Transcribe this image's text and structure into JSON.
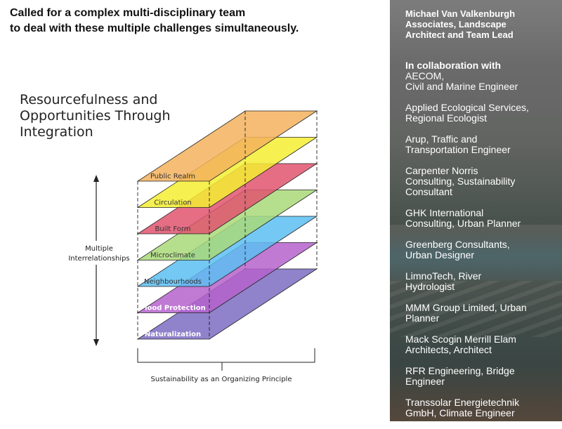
{
  "headline": {
    "line1": "Called for a complex multi-disciplinary team",
    "line2": "to deal with these multiple challenges simultaneously."
  },
  "diagram": {
    "title_lines": [
      "Resourcefulness and",
      "Opportunities Through",
      "Integration"
    ],
    "left_label_lines": [
      "Multiple",
      "Interrelationships"
    ],
    "bottom_label": "Sustainability as an Organizing Principle",
    "layers": [
      {
        "label": "Public Realm",
        "color": "#f3b25d",
        "label_color": "#333333"
      },
      {
        "label": "Circulation",
        "color": "#f5ef32",
        "label_color": "#333333"
      },
      {
        "label": "Built Form",
        "color": "#e05570",
        "label_color": "#333333"
      },
      {
        "label": "Microclimate",
        "color": "#a9d979",
        "label_color": "#333333"
      },
      {
        "label": "Neighbourhoods",
        "color": "#5cbef2",
        "label_color": "#333333"
      },
      {
        "label": "Flood Protection",
        "color": "#b563cc",
        "label_color": "#ffffff"
      },
      {
        "label": "Naturalization",
        "color": "#7d6cc2",
        "label_color": "#ffffff"
      }
    ]
  },
  "credits": {
    "lead_lines": [
      "Michael Van Valkenburgh",
      "Associates, Landscape",
      "Architect and Team Lead"
    ],
    "collab_label": "In collaboration with",
    "entries": [
      {
        "lines": [
          "AECOM,",
          "Civil and Marine Engineer"
        ]
      },
      {
        "lines": [
          "Applied Ecological Services,",
          "Regional Ecologist"
        ]
      },
      {
        "lines": [
          "Arup, Traffic and",
          "Transportation Engineer"
        ]
      },
      {
        "lines": [
          "Carpenter Norris",
          "Consulting, Sustainability",
          "Consultant"
        ]
      },
      {
        "lines": [
          "GHK International",
          "Consulting, Urban Planner"
        ]
      },
      {
        "lines": [
          "Greenberg Consultants,",
          "Urban Designer"
        ]
      },
      {
        "lines": [
          "LimnoTech, River",
          "Hydrologist"
        ]
      },
      {
        "lines": [
          "MMM Group Limited, Urban",
          "Planner"
        ]
      },
      {
        "lines": [
          "Mack Scogin Merrill Elam",
          "Architects, Architect"
        ]
      },
      {
        "lines": [
          "RFR Engineering, Bridge",
          "Engineer"
        ]
      },
      {
        "lines": [
          "Transsolar Energietechnik",
          "GmbH, Climate Engineer"
        ]
      }
    ]
  }
}
